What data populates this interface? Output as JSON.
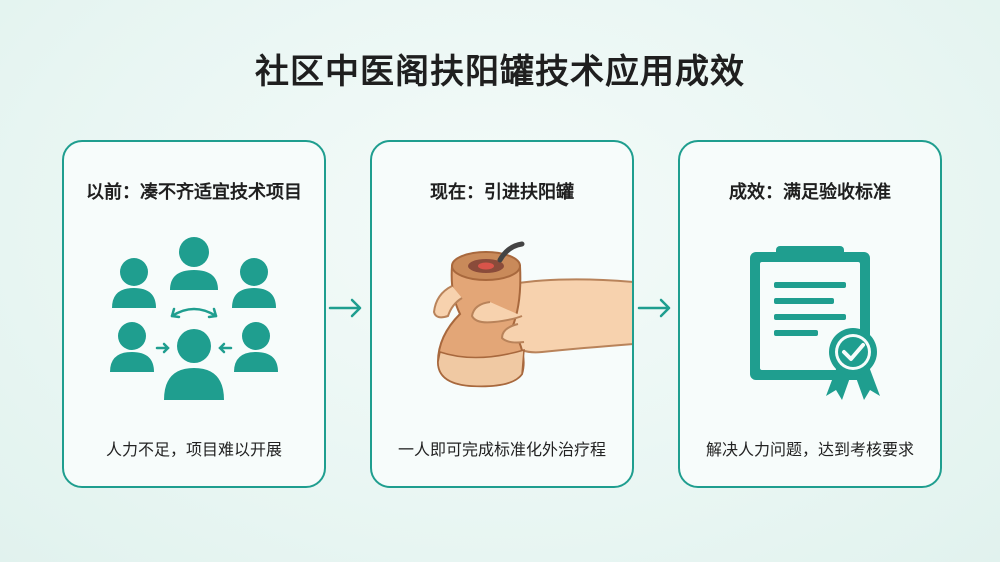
{
  "title": "社区中医阁扶阳罐技术应用成效",
  "cards": [
    {
      "heading": "以前：凑不齐适宜技术项目",
      "caption": "人力不足，项目难以开展",
      "icon": "people-group-icon"
    },
    {
      "heading": "现在：引进扶阳罐",
      "caption": "一人即可完成标准化外治疗程",
      "icon": "hand-holding-cup-icon"
    },
    {
      "heading": "成效：满足验收标准",
      "caption": "解决人力问题，达到考核要求",
      "icon": "certificate-icon"
    }
  ],
  "colors": {
    "accent": "#1f9e8f",
    "wood": "#e3a677",
    "skin": "#f7d2ae"
  }
}
